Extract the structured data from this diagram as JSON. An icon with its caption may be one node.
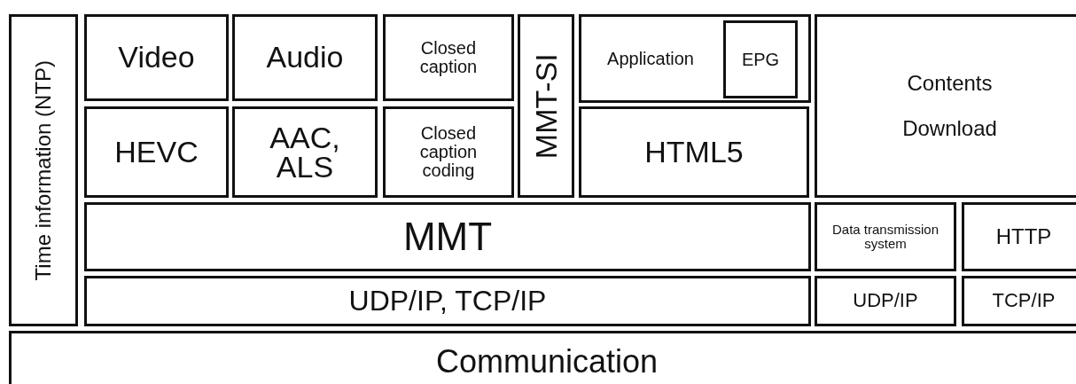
{
  "diagram": {
    "nodes": [
      {
        "text": [
          "Time information (NTP)"
        ]
      },
      {
        "text": [
          "Video"
        ]
      },
      {
        "text": [
          "Audio"
        ]
      },
      {
        "text": [
          "Closed caption"
        ]
      },
      {
        "text": [
          "MMT-SI"
        ]
      },
      {
        "text": [
          "Application"
        ]
      },
      {
        "text": [
          "EPG"
        ],
        "in": 5
      },
      {
        "text": [
          "Contents Download"
        ]
      },
      {
        "text": [
          "HEVC"
        ]
      },
      {
        "text": [
          "AAC, ALS"
        ]
      },
      {
        "text": [
          "Closed caption coding"
        ]
      },
      {
        "text": [
          "HTML5"
        ]
      },
      {
        "text": [
          "MMT"
        ]
      },
      {
        "text": [
          "Data transmission system"
        ]
      },
      {
        "text": [
          "HTTP"
        ]
      },
      {
        "text": [
          "UDP/IP, TCP/IP"
        ]
      },
      {
        "text": [
          "UDP/IP"
        ]
      },
      {
        "text": [
          "TCP/IP"
        ]
      },
      {
        "text": [
          "Communication"
        ]
      }
    ]
  }
}
